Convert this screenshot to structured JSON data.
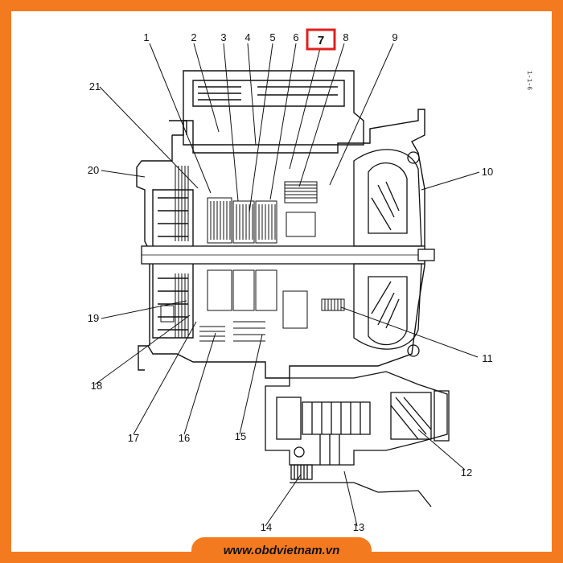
{
  "callouts": [
    "1",
    "2",
    "3",
    "4",
    "5",
    "6",
    "7",
    "8",
    "9",
    "10",
    "11",
    "12",
    "13",
    "14",
    "15",
    "16",
    "17",
    "18",
    "19",
    "20",
    "21"
  ],
  "highlighted_callout": "7",
  "highlight_color": "#e0201b",
  "frame_color": "#f47a20",
  "footer": {
    "website": "www.obdvietnam.vn"
  },
  "side_code": "1-1-6"
}
